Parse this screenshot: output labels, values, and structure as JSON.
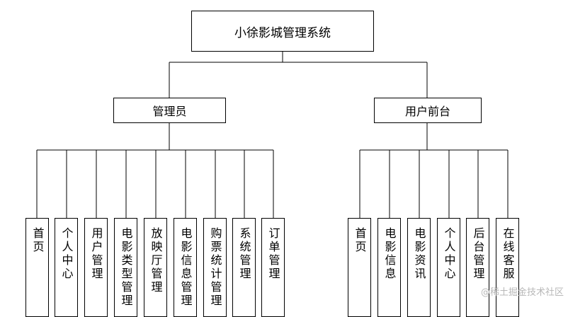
{
  "root": {
    "label": "小徐影城管理系统"
  },
  "branches": [
    {
      "label": "管理员",
      "children": [
        "首页",
        "个人中心",
        "用户管理",
        "电影类型管理",
        "放映厅管理",
        "电影信息管理",
        "购票统计管理",
        "系统管理",
        "订单管理"
      ]
    },
    {
      "label": "用户前台",
      "children": [
        "首页",
        "电影信息",
        "电影资讯",
        "个人中心",
        "后台管理",
        "在线客服"
      ]
    }
  ],
  "watermark": "@稀土掘金技术社区"
}
